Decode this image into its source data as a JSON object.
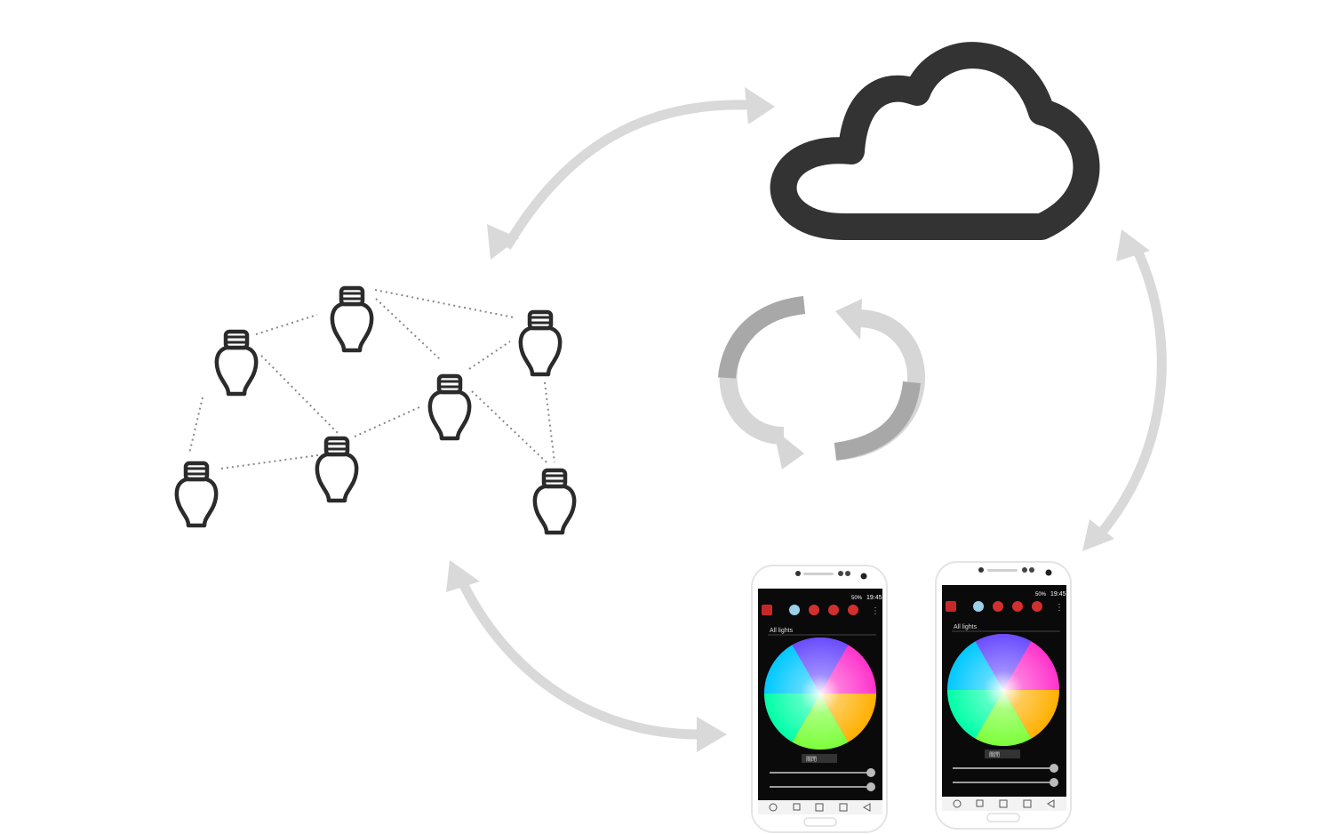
{
  "colors": {
    "arrow": "#d9d9d9",
    "cloud": "#333333",
    "bulb": "#2b2b2b",
    "mesh_link": "#888888",
    "sync_dark": "#a8a8a8",
    "sync_light": "#d6d6d6",
    "phone_screen": "#0a0a0a"
  },
  "icons": {
    "cloud": "cloud-icon",
    "bulb": "light-bulb-icon",
    "sync": "sync-icon",
    "phone": "smartphone-icon"
  },
  "phones": [
    {
      "time": "19:45",
      "battery": "50%",
      "dropdown_label": "All lights",
      "button_label": "關閉"
    },
    {
      "time": "19:45",
      "battery": "50%",
      "dropdown_label": "All lights",
      "button_label": "關閉"
    }
  ]
}
